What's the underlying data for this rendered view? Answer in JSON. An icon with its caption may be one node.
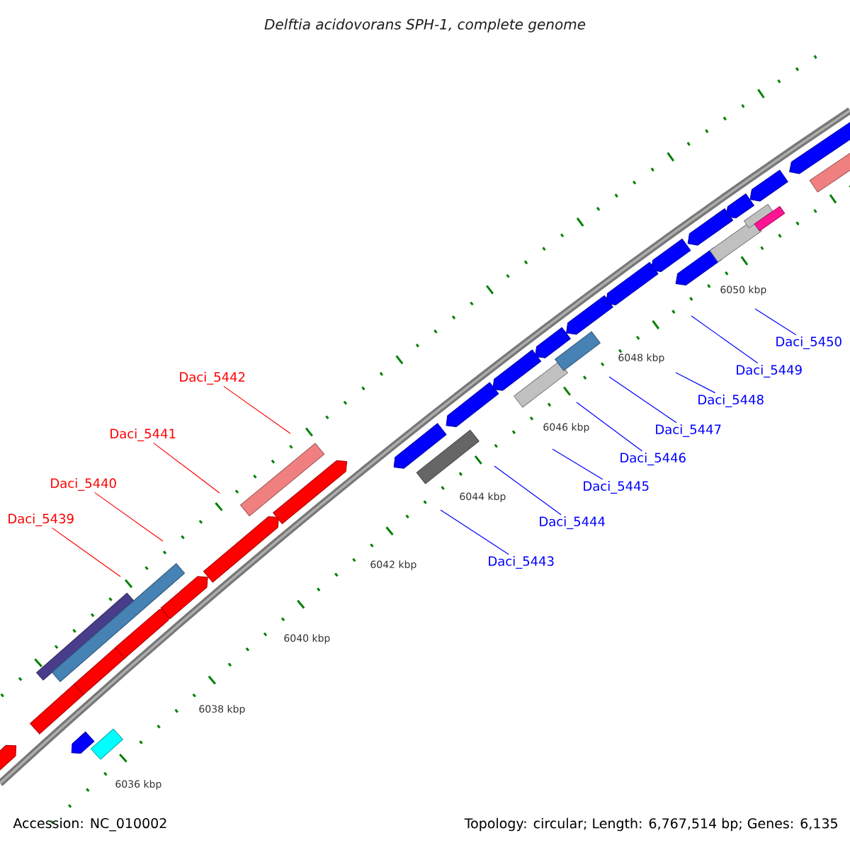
{
  "diagram": {
    "title": "Delftia acidovorans SPH-1, complete genome",
    "nodes": [
      {
        "text": [
          "Daci_5439"
        ]
      },
      {
        "text": [
          "Daci_5440"
        ]
      },
      {
        "text": [
          "Daci_5441"
        ]
      },
      {
        "text": [
          "Daci_5442"
        ]
      },
      {
        "text": [
          "Daci_5443"
        ]
      },
      {
        "text": [
          "Daci_5444"
        ]
      },
      {
        "text": [
          "Daci_5445"
        ]
      },
      {
        "text": [
          "Daci_5446"
        ]
      },
      {
        "text": [
          "Daci_5447"
        ]
      },
      {
        "text": [
          "Daci_5448"
        ]
      },
      {
        "text": [
          "Daci_5449"
        ]
      },
      {
        "text": [
          "Daci_5450"
        ]
      }
    ],
    "edges": [
      {
        "from": 0,
        "to": null,
        "arrow": "none",
        "color": "#ff0000"
      },
      {
        "from": 1,
        "to": null,
        "arrow": "none",
        "color": "#ff0000"
      },
      {
        "from": 2,
        "to": null,
        "arrow": "none",
        "color": "#ff0000"
      },
      {
        "from": 3,
        "to": null,
        "arrow": "none",
        "color": "#ff0000"
      },
      {
        "from": 4,
        "to": null,
        "arrow": "none",
        "color": "#0000ff"
      },
      {
        "from": 5,
        "to": null,
        "arrow": "none",
        "color": "#0000ff"
      },
      {
        "from": 6,
        "to": null,
        "arrow": "none",
        "color": "#0000ff"
      },
      {
        "from": 7,
        "to": null,
        "arrow": "none",
        "color": "#0000ff"
      },
      {
        "from": 8,
        "to": null,
        "arrow": "none",
        "color": "#0000ff"
      },
      {
        "from": 9,
        "to": null,
        "arrow": "none",
        "color": "#0000ff"
      },
      {
        "from": 10,
        "to": null,
        "arrow": "none",
        "color": "#0000ff"
      },
      {
        "from": 11,
        "to": null,
        "arrow": "none",
        "color": "#0000ff"
      }
    ],
    "labels": [
      "6050 kbp",
      "6048 kbp",
      "6046 kbp",
      "6044 kbp",
      "6042 kbp",
      "6040 kbp",
      "6038 kbp",
      "6036 kbp",
      "Accession: NC_010002",
      "Topology: circular; Length: 6,767,514 bp; Genes: 6,135"
    ]
  }
}
